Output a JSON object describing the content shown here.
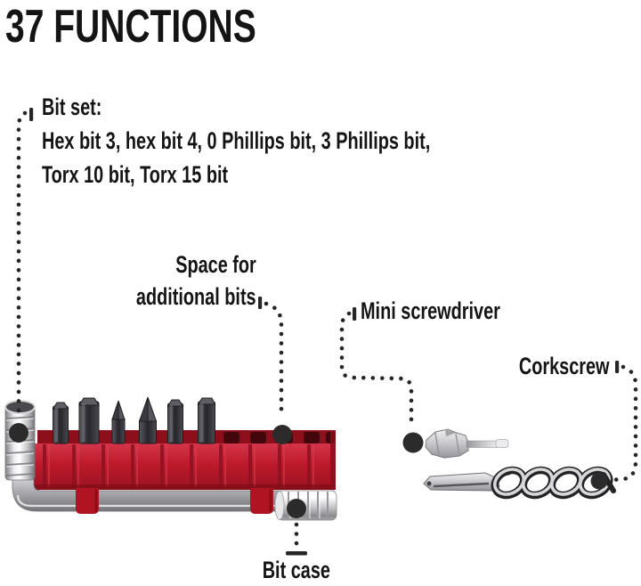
{
  "title": "37 FUNCTIONS",
  "callouts": {
    "bit_set": {
      "heading": "Bit set:",
      "detail_line1": "Hex bit 3, hex bit 4, 0 Phillips bit, 3 Phillips bit,",
      "detail_line2": "Torx 10 bit, Torx 15 bit"
    },
    "space_for_bits": {
      "line1": "Space for",
      "line2": "additional bits"
    },
    "mini_screwdriver": {
      "label": "Mini screwdriver"
    },
    "corkscrew": {
      "label": "Corkscrew"
    },
    "bit_case": {
      "label": "Bit case"
    }
  },
  "illustration": {
    "tool": "bit-wrench-with-bit-case",
    "bits": [
      "hex-bit-3",
      "hex-bit-4",
      "phillips-0-bit",
      "phillips-3-bit",
      "torx-10-bit",
      "torx-15-bit"
    ],
    "separate_parts": [
      "mini-screwdriver",
      "corkscrew"
    ]
  },
  "colors": {
    "background": "#ffffff",
    "text": "#141414",
    "leader_dots": "#262626",
    "case_red": "#c21d2e",
    "case_red_dark": "#8c0f1b",
    "chrome_light": "#f2f2f4",
    "chrome_dark": "#8f8f94",
    "bit_metal": "#2a2a2f"
  }
}
